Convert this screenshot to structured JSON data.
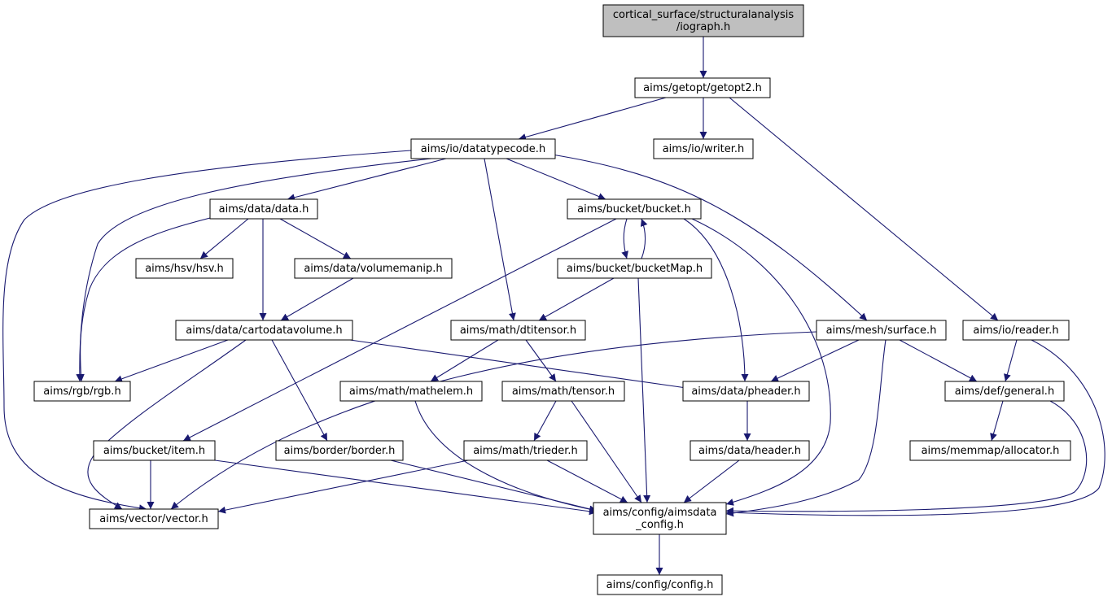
{
  "nodes": [
    {
      "id": "iograph",
      "lines": [
        "cortical_surface/structuralanalysis",
        "/iograph.h"
      ],
      "highlighted": true
    },
    {
      "id": "getopt2",
      "lines": [
        "aims/getopt/getopt2.h"
      ]
    },
    {
      "id": "datatypecode",
      "lines": [
        "aims/io/datatypecode.h"
      ]
    },
    {
      "id": "writer",
      "lines": [
        "aims/io/writer.h"
      ]
    },
    {
      "id": "data",
      "lines": [
        "aims/data/data.h"
      ]
    },
    {
      "id": "bucket",
      "lines": [
        "aims/bucket/bucket.h"
      ]
    },
    {
      "id": "hsv",
      "lines": [
        "aims/hsv/hsv.h"
      ]
    },
    {
      "id": "volumemanip",
      "lines": [
        "aims/data/volumemanip.h"
      ]
    },
    {
      "id": "bucketmap",
      "lines": [
        "aims/bucket/bucketMap.h"
      ]
    },
    {
      "id": "cartodatavolume",
      "lines": [
        "aims/data/cartodatavolume.h"
      ]
    },
    {
      "id": "dtitensor",
      "lines": [
        "aims/math/dtitensor.h"
      ]
    },
    {
      "id": "surface",
      "lines": [
        "aims/mesh/surface.h"
      ]
    },
    {
      "id": "reader",
      "lines": [
        "aims/io/reader.h"
      ]
    },
    {
      "id": "rgb",
      "lines": [
        "aims/rgb/rgb.h"
      ]
    },
    {
      "id": "mathelem",
      "lines": [
        "aims/math/mathelem.h"
      ]
    },
    {
      "id": "tensor",
      "lines": [
        "aims/math/tensor.h"
      ]
    },
    {
      "id": "pheader",
      "lines": [
        "aims/data/pheader.h"
      ]
    },
    {
      "id": "general",
      "lines": [
        "aims/def/general.h"
      ]
    },
    {
      "id": "item",
      "lines": [
        "aims/bucket/item.h"
      ]
    },
    {
      "id": "border",
      "lines": [
        "aims/border/border.h"
      ]
    },
    {
      "id": "trieder",
      "lines": [
        "aims/math/trieder.h"
      ]
    },
    {
      "id": "header",
      "lines": [
        "aims/data/header.h"
      ]
    },
    {
      "id": "allocator",
      "lines": [
        "aims/memmap/allocator.h"
      ]
    },
    {
      "id": "vector",
      "lines": [
        "aims/vector/vector.h"
      ]
    },
    {
      "id": "aimsdata_config",
      "lines": [
        "aims/config/aimsdata",
        "_config.h"
      ]
    },
    {
      "id": "config",
      "lines": [
        "aims/config/config.h"
      ]
    }
  ],
  "edges": [
    {
      "from": "iograph",
      "to": "getopt2"
    },
    {
      "from": "getopt2",
      "to": "datatypecode"
    },
    {
      "from": "getopt2",
      "to": "writer"
    },
    {
      "from": "getopt2",
      "to": "reader"
    },
    {
      "from": "datatypecode",
      "to": "data"
    },
    {
      "from": "datatypecode",
      "to": "bucket"
    },
    {
      "from": "datatypecode",
      "to": "dtitensor"
    },
    {
      "from": "datatypecode",
      "to": "surface"
    },
    {
      "from": "datatypecode",
      "to": "rgb"
    },
    {
      "from": "datatypecode",
      "to": "vector"
    },
    {
      "from": "data",
      "to": "hsv"
    },
    {
      "from": "data",
      "to": "volumemanip"
    },
    {
      "from": "data",
      "to": "cartodatavolume"
    },
    {
      "from": "data",
      "to": "rgb"
    },
    {
      "from": "bucket",
      "to": "bucketmap"
    },
    {
      "from": "bucketmap",
      "to": "bucket"
    },
    {
      "from": "bucket",
      "to": "pheader"
    },
    {
      "from": "bucket",
      "to": "item"
    },
    {
      "from": "bucket",
      "to": "aimsdata_config"
    },
    {
      "from": "bucketmap",
      "to": "dtitensor"
    },
    {
      "from": "bucketmap",
      "to": "aimsdata_config"
    },
    {
      "from": "volumemanip",
      "to": "cartodatavolume"
    },
    {
      "from": "cartodatavolume",
      "to": "rgb"
    },
    {
      "from": "cartodatavolume",
      "to": "border"
    },
    {
      "from": "cartodatavolume",
      "to": "pheader"
    },
    {
      "from": "cartodatavolume",
      "to": "vector"
    },
    {
      "from": "dtitensor",
      "to": "mathelem"
    },
    {
      "from": "dtitensor",
      "to": "tensor"
    },
    {
      "from": "surface",
      "to": "pheader"
    },
    {
      "from": "surface",
      "to": "general"
    },
    {
      "from": "surface",
      "to": "vector"
    },
    {
      "from": "surface",
      "to": "aimsdata_config"
    },
    {
      "from": "reader",
      "to": "general"
    },
    {
      "from": "reader",
      "to": "aimsdata_config"
    },
    {
      "from": "mathelem",
      "to": "aimsdata_config"
    },
    {
      "from": "tensor",
      "to": "trieder"
    },
    {
      "from": "tensor",
      "to": "aimsdata_config"
    },
    {
      "from": "pheader",
      "to": "header"
    },
    {
      "from": "general",
      "to": "allocator"
    },
    {
      "from": "general",
      "to": "aimsdata_config"
    },
    {
      "from": "item",
      "to": "vector"
    },
    {
      "from": "item",
      "to": "aimsdata_config"
    },
    {
      "from": "border",
      "to": "aimsdata_config"
    },
    {
      "from": "trieder",
      "to": "vector"
    },
    {
      "from": "trieder",
      "to": "aimsdata_config"
    },
    {
      "from": "header",
      "to": "aimsdata_config"
    },
    {
      "from": "aimsdata_config",
      "to": "config"
    }
  ],
  "colors": {
    "edge": "#191970",
    "node_fill": "#ffffff",
    "node_highlight_fill": "#bfbfbf",
    "node_border": "#000000"
  }
}
